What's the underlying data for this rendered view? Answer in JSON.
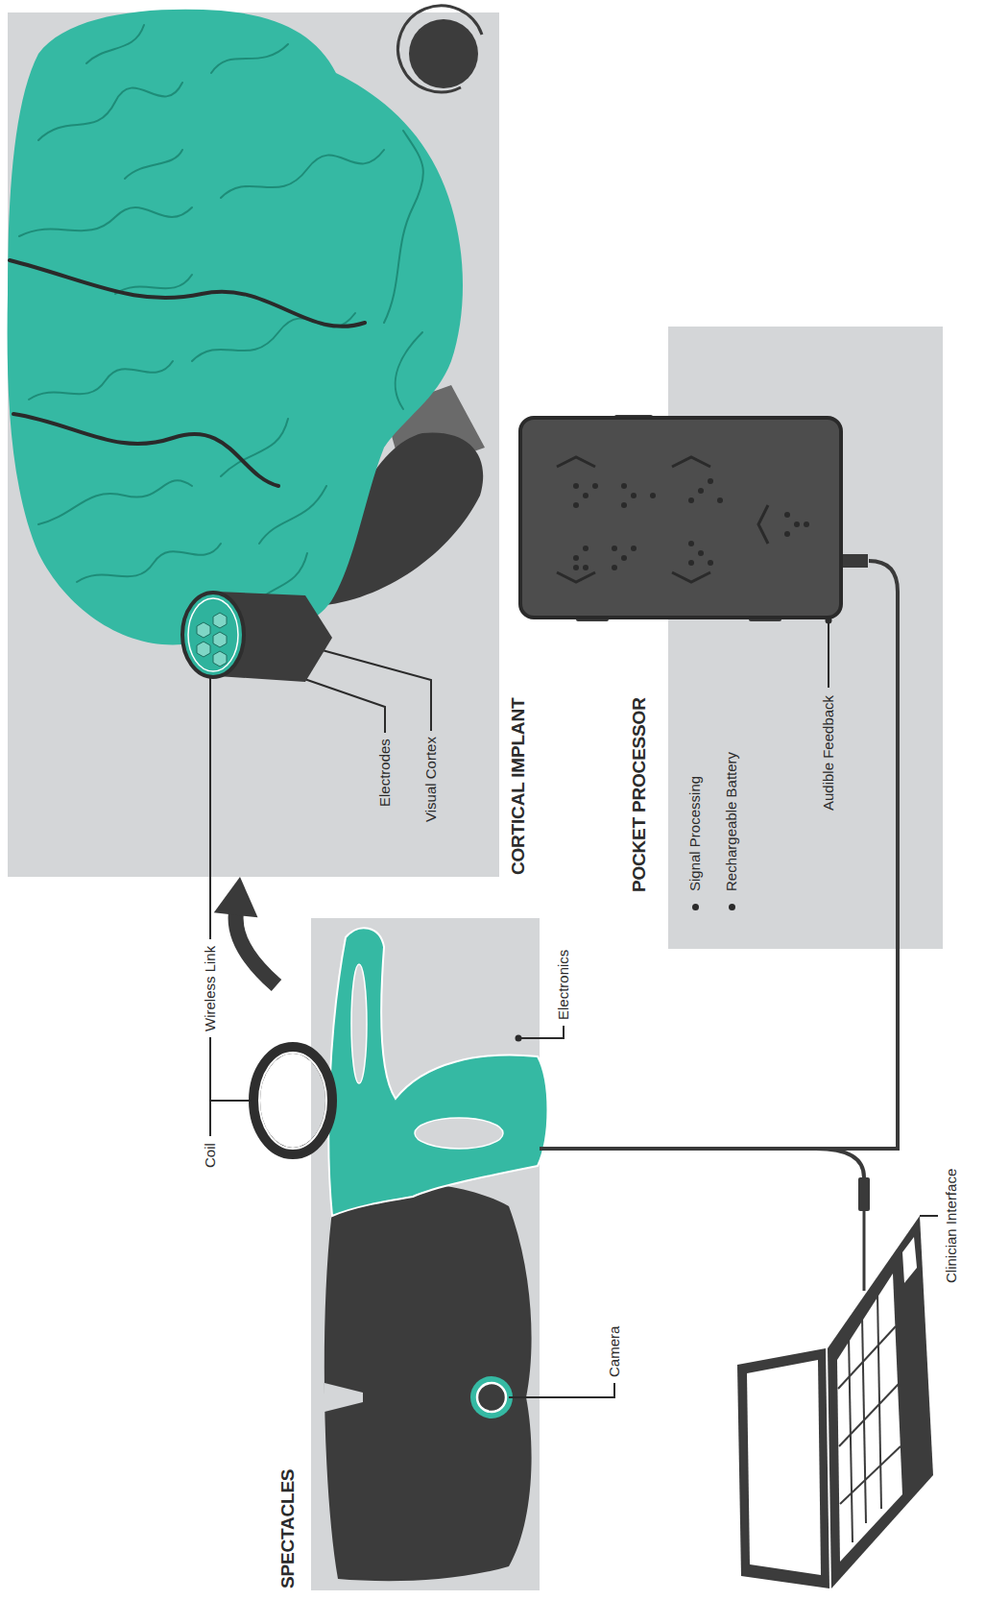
{
  "diagram": {
    "nodes": [
      {
        "text": [
          "SPECTACLES"
        ]
      },
      {
        "text": [
          "CORTICAL IMPLANT"
        ]
      },
      {
        "text": [
          "POCKET PROCESSOR",
          "Signal Processing",
          "Rechargeable Battery"
        ]
      }
    ],
    "edges": [
      {
        "from": 0,
        "to": 1,
        "arrow": "to"
      },
      {
        "from": 0,
        "to": 2,
        "arrow": "none"
      }
    ],
    "labels": [
      "Coil",
      "Wireless Link",
      "Camera",
      "Electronics",
      "Electrodes",
      "Visual Cortex",
      "Audible Feedback",
      "Clinician Interface"
    ]
  }
}
